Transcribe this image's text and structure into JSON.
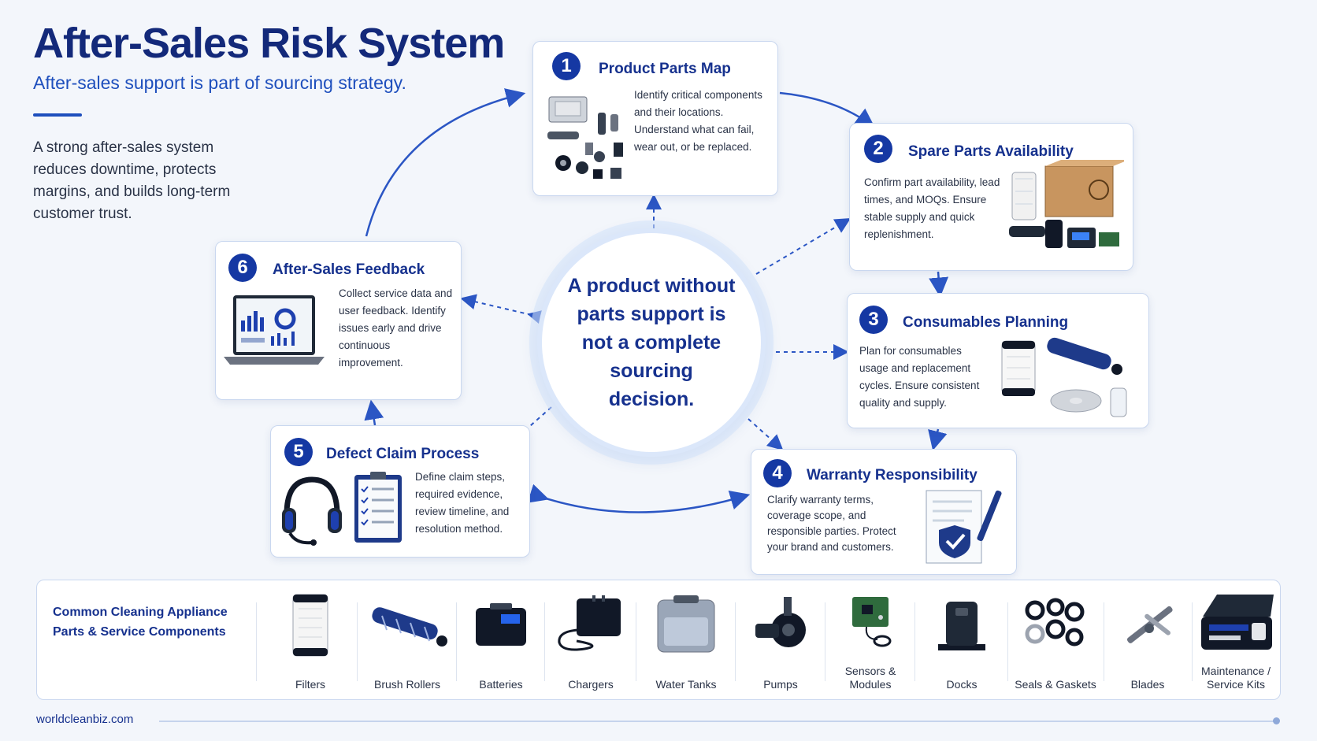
{
  "header": {
    "title": "After-Sales Risk System",
    "subtitle": "After-sales support is part of sourcing strategy.",
    "intro": "A strong after-sales system reduces downtime, protects margins, and builds long-term customer trust."
  },
  "center_text": "A product without parts support is not a complete sourcing decision.",
  "steps": [
    {
      "number": "1",
      "title": "Product Parts Map",
      "body": "Identify critical components and their locations. Understand what can fail, wear out, or be replaced."
    },
    {
      "number": "2",
      "title": "Spare Parts Availability",
      "body": "Confirm part availability, lead times, and MOQs. Ensure stable supply and quick replenishment."
    },
    {
      "number": "3",
      "title": "Consumables Planning",
      "body": "Plan for consumables usage and replacement cycles. Ensure consistent quality and supply."
    },
    {
      "number": "4",
      "title": "Warranty Responsibility",
      "body": "Clarify warranty terms, coverage scope, and responsible parties. Protect your brand and customers."
    },
    {
      "number": "5",
      "title": "Defect Claim Process",
      "body": "Define claim steps, required evidence, review timeline, and resolution method."
    },
    {
      "number": "6",
      "title": "After-Sales Feedback",
      "body": "Collect service data and user feedback. Identify issues early and drive continuous improvement."
    }
  ],
  "parts_section": {
    "title": "Common Cleaning Appliance Parts & Service Components",
    "items": [
      {
        "label": "Filters",
        "icon": "filter-icon"
      },
      {
        "label": "Brush Rollers",
        "icon": "brush-roller-icon"
      },
      {
        "label": "Batteries",
        "icon": "battery-icon"
      },
      {
        "label": "Chargers",
        "icon": "charger-icon"
      },
      {
        "label": "Water Tanks",
        "icon": "water-tank-icon"
      },
      {
        "label": "Pumps",
        "icon": "pump-icon"
      },
      {
        "label": "Sensors & Modules",
        "icon": "sensor-icon"
      },
      {
        "label": "Docks",
        "icon": "dock-icon"
      },
      {
        "label": "Seals & Gaskets",
        "icon": "seal-icon"
      },
      {
        "label": "Blades",
        "icon": "blade-icon"
      },
      {
        "label": "Maintenance / Service Kits",
        "icon": "service-kit-icon"
      }
    ]
  },
  "footer": {
    "site": "worldcleanbiz.com"
  },
  "colors": {
    "primary": "#16318e",
    "accent": "#1e4fbd",
    "background": "#f3f6fb"
  }
}
